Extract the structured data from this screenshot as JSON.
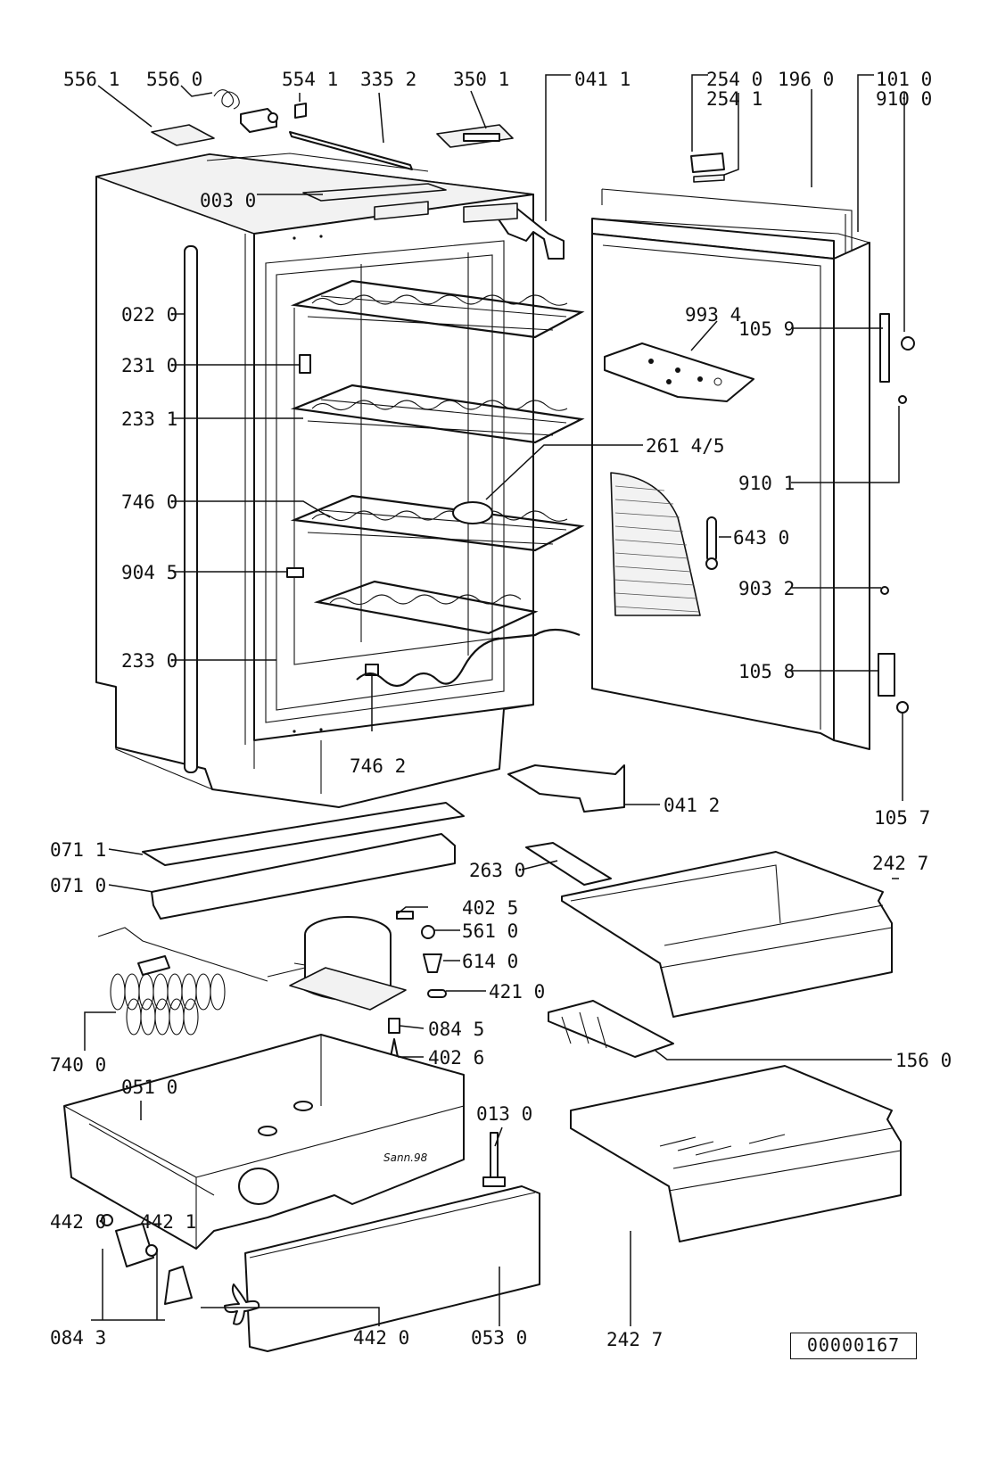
{
  "labels": [
    "556 1",
    "556 0",
    "554 1",
    "335 2",
    "350 1",
    "041 1",
    "254 0",
    "254 1",
    "196 0",
    "101 0",
    "910 0",
    "003 0",
    "022 0",
    "231 0",
    "233 1",
    "746 0",
    "904 5",
    "233 0",
    "746 2",
    "993 4",
    "105 9",
    "261 4/5",
    "910 1",
    "643 0",
    "903 2",
    "105 8",
    "041 2",
    "105 7",
    "071 1",
    "071 0",
    "263 0",
    "242 7",
    "402 5",
    "561 0",
    "614 0",
    "421 0",
    "084 5",
    "402 6",
    "740 0",
    "051 0",
    "013 0",
    "156 0",
    "442 0",
    "442 1",
    "084 3",
    "442 0",
    "053 0",
    "242 7"
  ],
  "engraving": "Sann.98",
  "drawing_code": "00000167"
}
